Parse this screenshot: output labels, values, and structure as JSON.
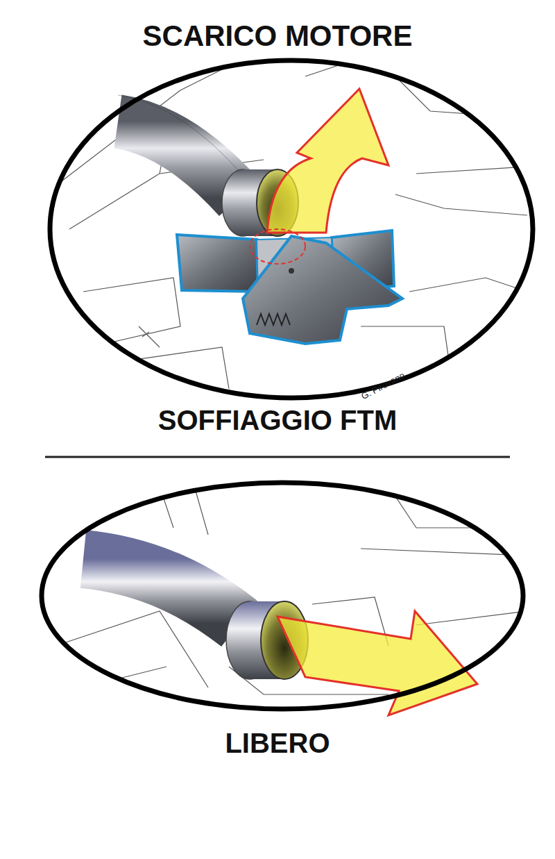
{
  "diagram": {
    "title": "SCARICO MOTORE",
    "labels": [
      "SOFFIAGGIO FTM",
      "LIBERO",
      "G. Pirovano"
    ]
  }
}
